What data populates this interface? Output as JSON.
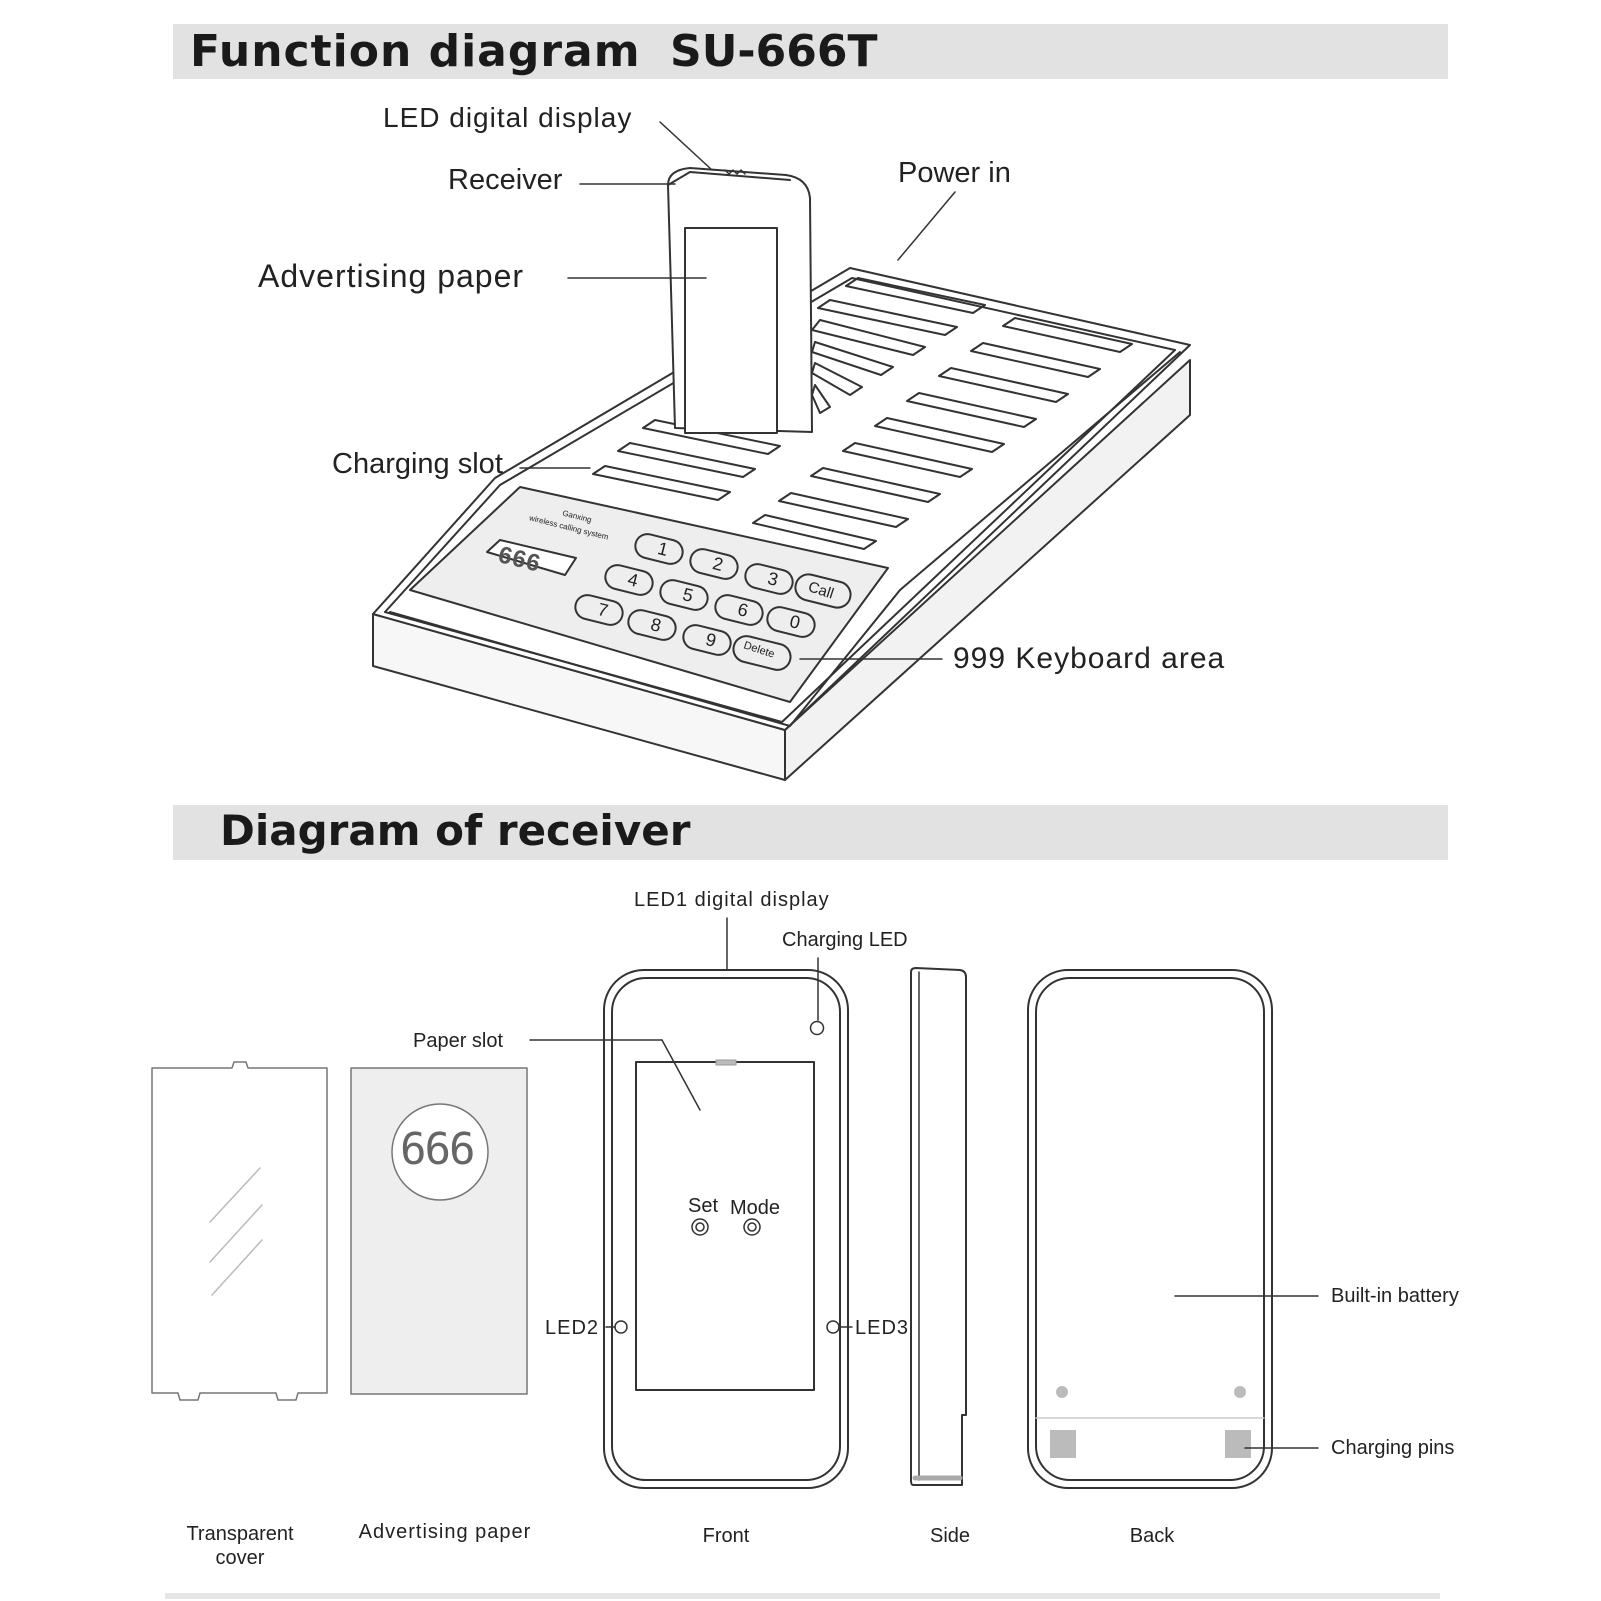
{
  "headings": {
    "function_diagram": "Function diagram",
    "model": "SU-666T",
    "receiver_diagram": "Diagram of receiver"
  },
  "base_labels": {
    "led_display": "LED digital display",
    "receiver": "Receiver",
    "power_in": "Power in",
    "advertising_paper": "Advertising paper",
    "charging_slot": "Charging slot",
    "keyboard_area": "999 Keyboard area"
  },
  "panel": {
    "brand_line1": "Ganxing",
    "brand_line2": "wireless calling system",
    "display_digits": "666",
    "keys": [
      "1",
      "2",
      "3",
      "Call",
      "4",
      "5",
      "6",
      "0",
      "7",
      "8",
      "9",
      "Delete"
    ]
  },
  "receiver_labels": {
    "led1": "LED1 digital display",
    "charging_led": "Charging LED",
    "paper_slot": "Paper slot",
    "set": "Set",
    "mode": "Mode",
    "led2": "LED2",
    "led3": "LED3",
    "built_in_battery": "Built-in battery",
    "charging_pins": "Charging pins",
    "paper_digits": "666"
  },
  "captions": {
    "transparent_cover_1": "Transparent",
    "transparent_cover_2": "cover",
    "advertising_paper": "Advertising paper",
    "front": "Front",
    "side": "Side",
    "back": "Back"
  },
  "colors": {
    "header_band": "#e2e2e2",
    "line": "#333333",
    "panel_fill": "#eeeeee"
  }
}
